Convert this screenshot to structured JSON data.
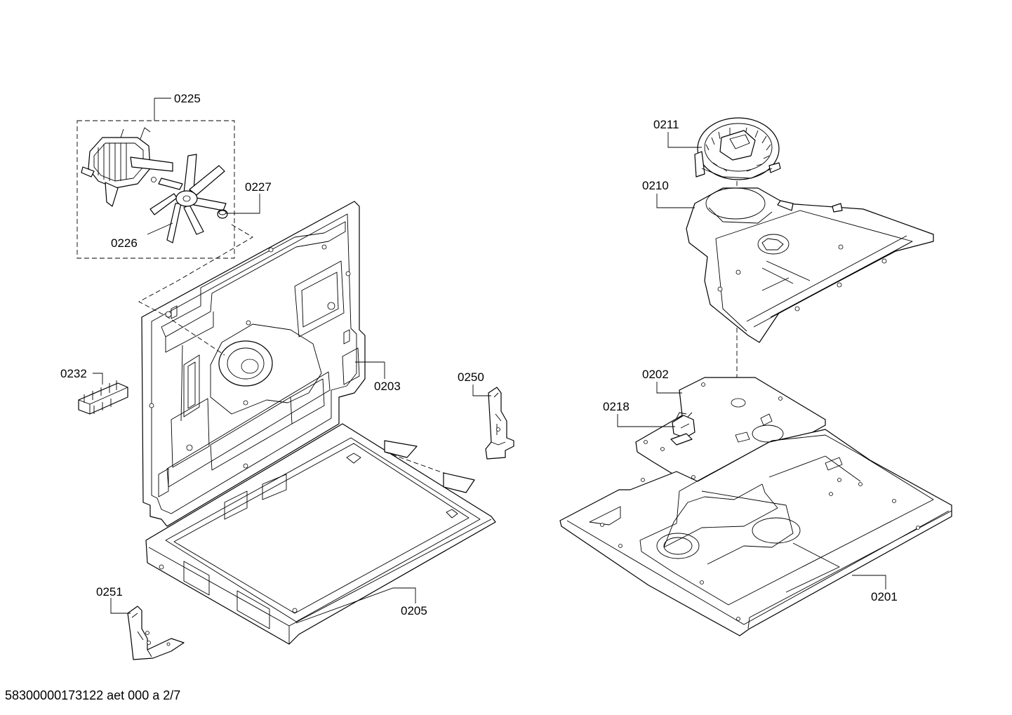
{
  "document_id": "58300000173122 aet 000 a 2/7",
  "parts": [
    {
      "id": "p0225",
      "number": "0225"
    },
    {
      "id": "p0226",
      "number": "0226"
    },
    {
      "id": "p0227",
      "number": "0227"
    },
    {
      "id": "p0232",
      "number": "0232"
    },
    {
      "id": "p0203",
      "number": "0203"
    },
    {
      "id": "p0250",
      "number": "0250"
    },
    {
      "id": "p0251",
      "number": "0251"
    },
    {
      "id": "p0205",
      "number": "0205"
    },
    {
      "id": "p0211",
      "number": "0211"
    },
    {
      "id": "p0210",
      "number": "0210"
    },
    {
      "id": "p0202",
      "number": "0202"
    },
    {
      "id": "p0218",
      "number": "0218"
    },
    {
      "id": "p0201",
      "number": "0201"
    }
  ]
}
